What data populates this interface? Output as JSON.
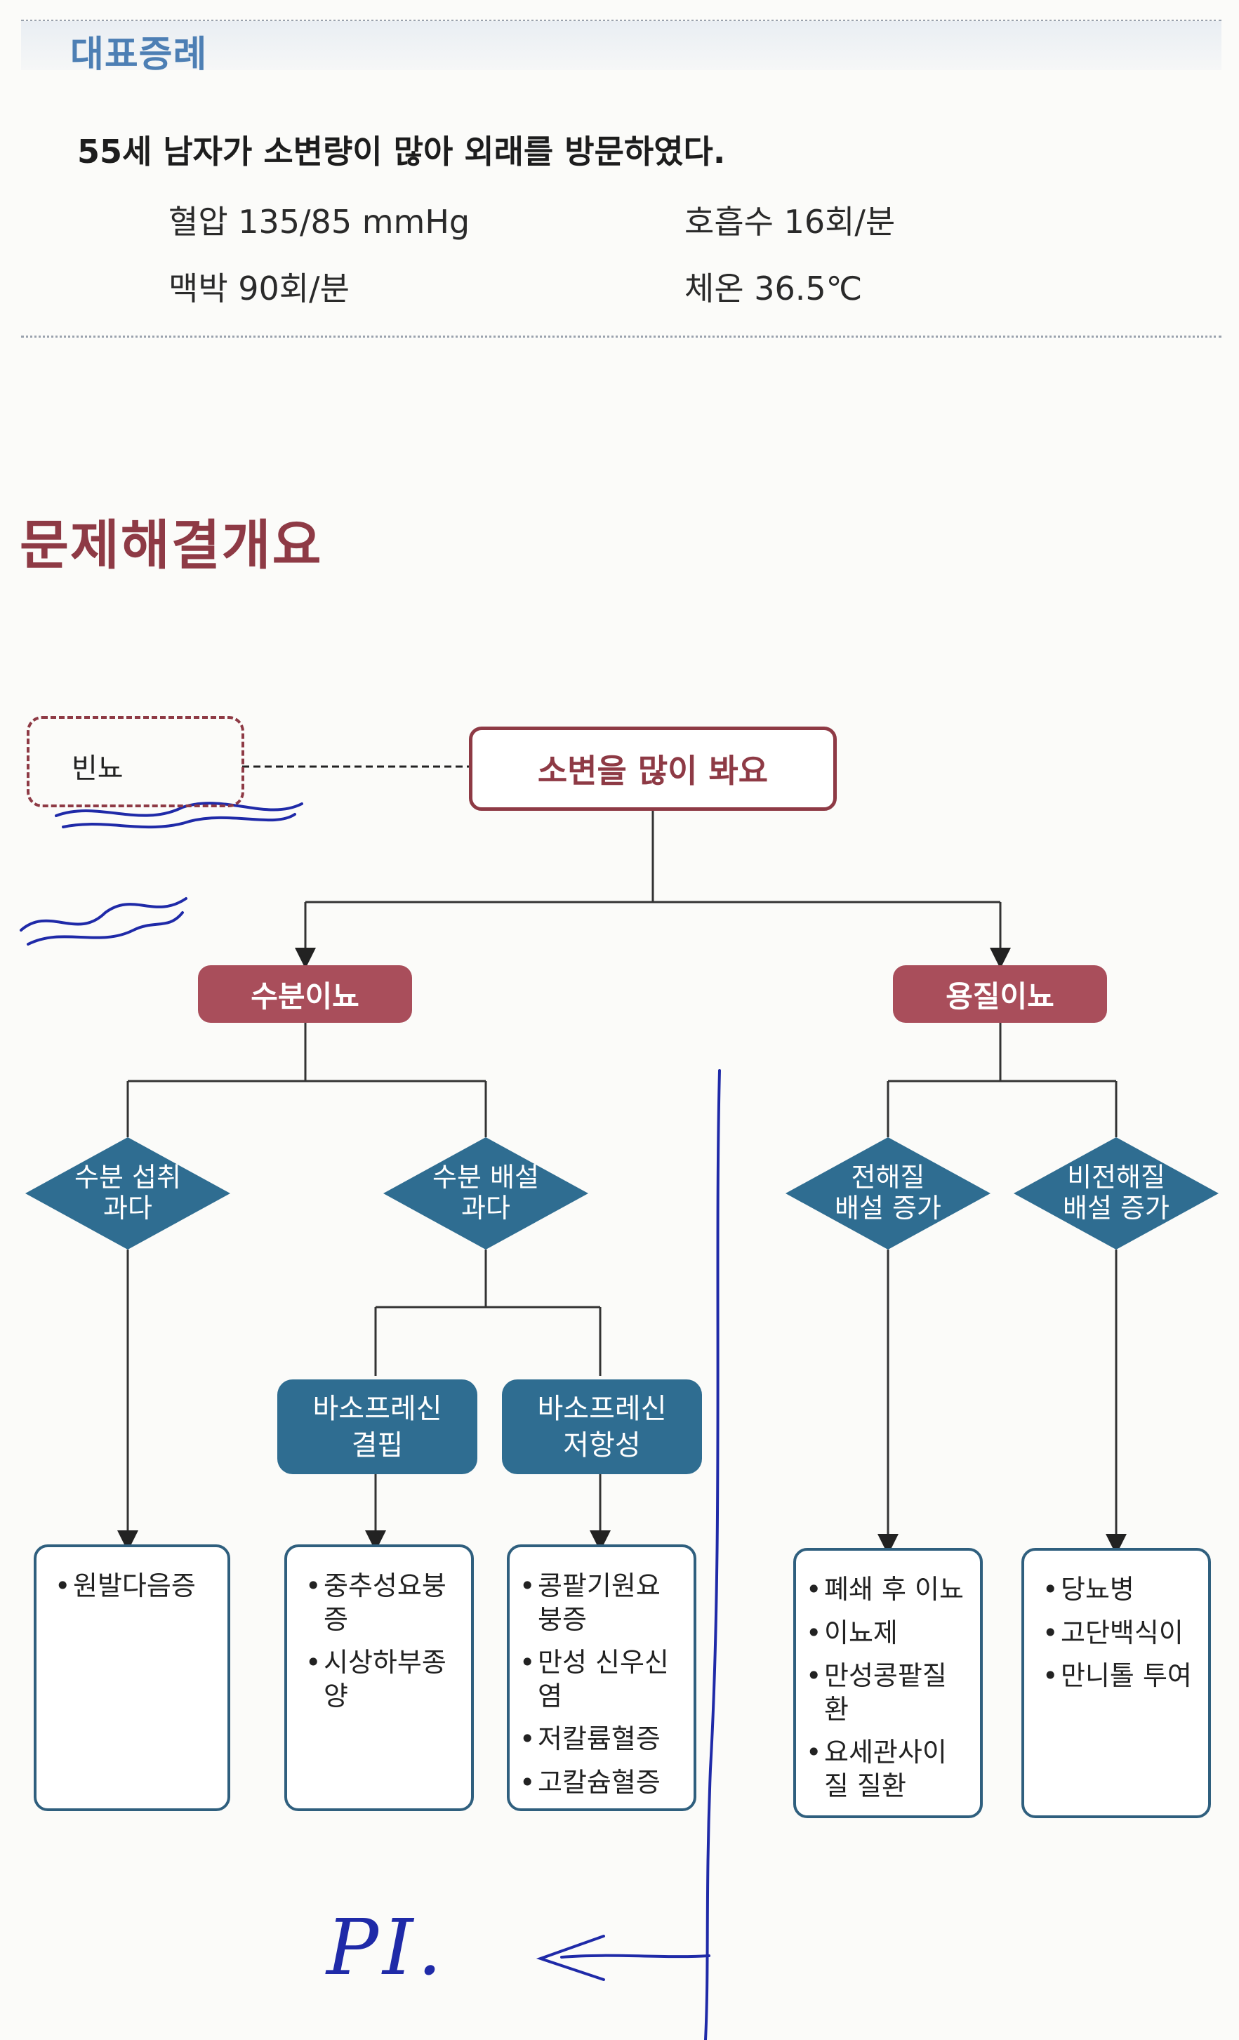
{
  "case": {
    "label": "대표증례",
    "title": "55세 남자가 소변량이 많아 외래를 방문하였다.",
    "vitals": {
      "bp": "혈압 135/85 mmHg",
      "rr": "호흡수 16회/분",
      "pulse": "맥박 90회/분",
      "temp": "체온 36.5℃"
    }
  },
  "overview_title": "문제해결개요",
  "flow": {
    "root": "소변을 많이 봐요",
    "note": "빈뇨",
    "water": {
      "label": "수분이뇨",
      "intake": [
        "수분 섭취",
        "과다"
      ],
      "excretion": [
        "수분 배설",
        "과다"
      ],
      "deficiency": [
        "바소프레신",
        "결핍"
      ],
      "resistance": [
        "바소프레신",
        "저항성"
      ]
    },
    "solute": {
      "label": "용질이뇨",
      "electrolyte": [
        "전해질",
        "배설 증가"
      ],
      "nonelectrolyte": [
        "비전해질",
        "배설 증가"
      ]
    },
    "outcomes": {
      "intake": [
        "원발다음증"
      ],
      "deficiency": [
        "중추성요붕증",
        "시상하부종양"
      ],
      "resistance": [
        "콩팥기원요붕증",
        "만성 신우신염",
        "저칼륨혈증",
        "고칼슘혈증"
      ],
      "electrolyte": [
        "폐쇄 후 이뇨",
        "이뇨제",
        "만성콩팥질환",
        "요세관사이질 질환"
      ],
      "nonelectrolyte": [
        "당뇨병",
        "고단백식이",
        "만니톨 투여"
      ]
    }
  },
  "handwriting": {
    "bottom_note": "PI."
  },
  "colors": {
    "maroon": "#8e3a45",
    "red_pill": "#a94e5b",
    "blue": "#2f6d91",
    "case_label": "#4d7fb4",
    "ink": "#1f2aa8"
  }
}
